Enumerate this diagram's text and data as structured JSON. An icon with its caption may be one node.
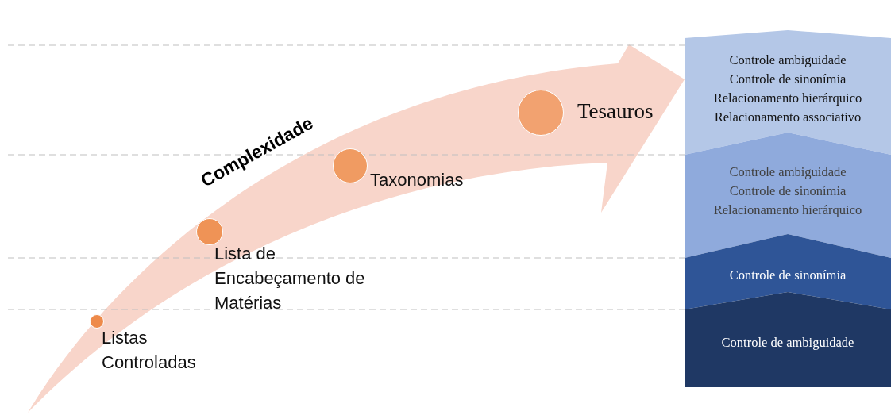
{
  "diagram": {
    "nodes": [
      {
        "text": [],
        "shape": "circle",
        "beside": [
          "Listas Controladas"
        ]
      },
      {
        "text": [],
        "shape": "circle",
        "beside": [
          "Lista de Encabeçamento de Matérias"
        ]
      },
      {
        "text": [],
        "shape": "circle",
        "beside": [
          "Taxonomias"
        ]
      },
      {
        "text": [],
        "shape": "circle",
        "beside": [
          "Tesauros"
        ]
      },
      {
        "text": [
          "Controle ambiguidade",
          "Controle de sinonímia",
          "Relacionamento hierárquico",
          "Relacionamento associativo"
        ]
      },
      {
        "text": [
          "Controle ambiguidade",
          "Controle de sinonímia",
          "Relacionamento hierárquico"
        ]
      },
      {
        "text": [
          "Controle de sinonímia"
        ]
      },
      {
        "text": [
          "Controle de ambiguidade"
        ]
      }
    ],
    "labels": [
      "Complexidade"
    ]
  }
}
